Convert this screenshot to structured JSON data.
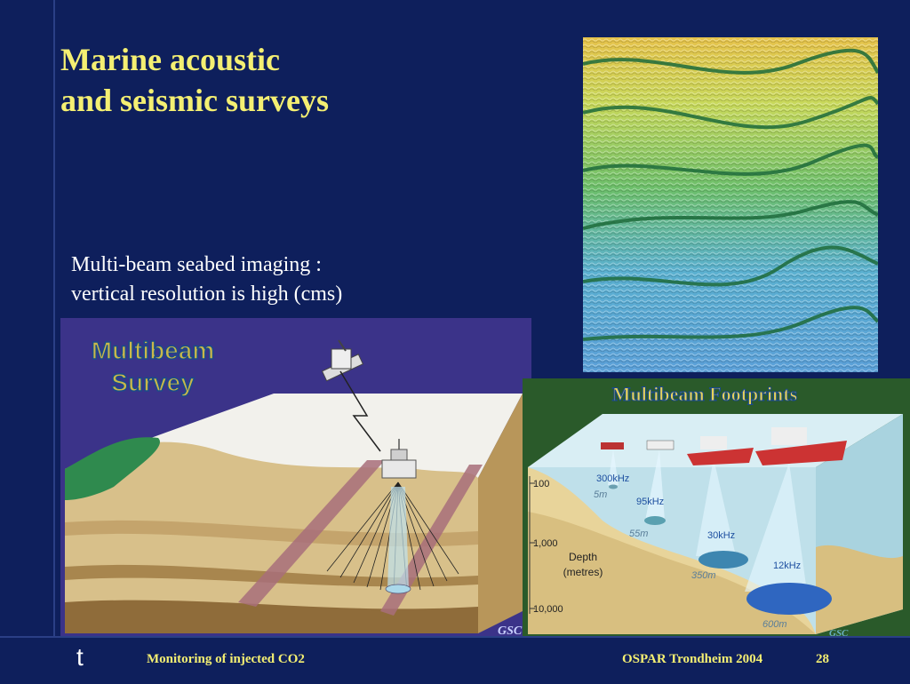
{
  "slide": {
    "title_line1": "Marine acoustic",
    "title_line2": "and seismic surveys",
    "caption_line1": "Multi-beam seabed imaging :",
    "caption_line2": "vertical resolution is high (cms)"
  },
  "survey_figure": {
    "title_line1": "Multibeam",
    "title_line2": "Survey",
    "credit": "GSC"
  },
  "footprints_figure": {
    "title": "Multibeam Footprints",
    "depth_ticks": [
      "100",
      "1,000",
      "10,000"
    ],
    "depth_label_line1": "Depth",
    "depth_label_line2": "(metres)",
    "beams": [
      {
        "freq": "300kHz",
        "width": "5m"
      },
      {
        "freq": "95kHz",
        "width": "55m"
      },
      {
        "freq": "30kHz",
        "width": "350m"
      },
      {
        "freq": "12kHz",
        "width": "600m"
      }
    ],
    "credit": "GSC"
  },
  "footer": {
    "logo_glyph": "t",
    "left_text": "Monitoring of injected CO2",
    "right_text": "OSPAR Trondheim 2004",
    "page_number": "28"
  },
  "colors": {
    "background": "#0e1f5c",
    "title_yellow": "#f4ef72",
    "survey_bg": "#3b3389",
    "footprints_bg": "#2a5a2a"
  }
}
